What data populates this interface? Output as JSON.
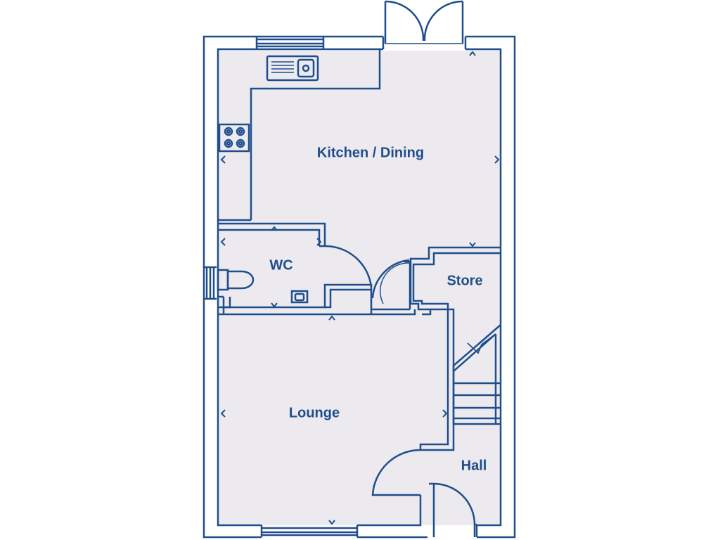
{
  "colors": {
    "wall": "#1f4e8c",
    "floor": "#eceaee",
    "background": "#ffffff"
  },
  "rooms": {
    "kitchen_dining": "Kitchen / Dining",
    "wc": "WC",
    "store": "Store",
    "lounge": "Lounge",
    "hall": "Hall"
  },
  "fixtures": [
    "sink-icon",
    "hob-icon",
    "toilet-icon",
    "basin-icon",
    "stairs",
    "french-doors",
    "front-door"
  ]
}
